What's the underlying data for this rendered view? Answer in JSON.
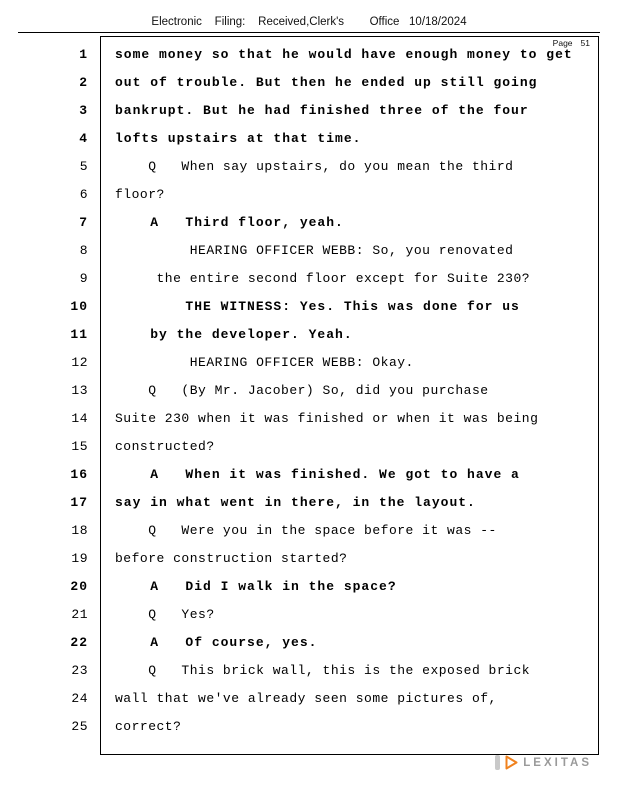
{
  "header": {
    "filing_text": "Electronic    Filing:    Received,Clerk's        Office   10/18/2024",
    "page_label": "Page",
    "page_number": "51"
  },
  "transcript": {
    "lines": [
      {
        "n": "1",
        "text": "some money so that he would have enough money to get",
        "bold": true
      },
      {
        "n": "2",
        "text": "out of trouble. But then he ended up still going",
        "bold": true
      },
      {
        "n": "3",
        "text": "bankrupt. But he had finished three of the four",
        "bold": true
      },
      {
        "n": "4",
        "text": "lofts upstairs at that time.",
        "bold": true
      },
      {
        "n": "5",
        "text": "    Q   When say upstairs, do you mean the third",
        "bold": false
      },
      {
        "n": "6",
        "text": "floor?",
        "bold": false
      },
      {
        "n": "7",
        "text": "    A   Third floor, yeah.",
        "bold": true
      },
      {
        "n": "8",
        "text": "         HEARING OFFICER WEBB: So, you renovated",
        "bold": false
      },
      {
        "n": "9",
        "text": "     the entire second floor except for Suite 230?",
        "bold": false
      },
      {
        "n": "10",
        "text": "        THE WITNESS: Yes. This was done for us",
        "bold": true
      },
      {
        "n": "11",
        "text": "    by the developer. Yeah.",
        "bold": true
      },
      {
        "n": "12",
        "text": "         HEARING OFFICER WEBB: Okay.",
        "bold": false
      },
      {
        "n": "13",
        "text": "    Q   (By Mr. Jacober) So, did you purchase",
        "bold": false
      },
      {
        "n": "14",
        "text": "Suite 230 when it was finished or when it was being",
        "bold": false
      },
      {
        "n": "15",
        "text": "constructed?",
        "bold": false
      },
      {
        "n": "16",
        "text": "    A   When it was finished. We got to have a",
        "bold": true
      },
      {
        "n": "17",
        "text": "say in what went in there, in the layout.",
        "bold": true
      },
      {
        "n": "18",
        "text": "    Q   Were you in the space before it was --",
        "bold": false
      },
      {
        "n": "19",
        "text": "before construction started?",
        "bold": false
      },
      {
        "n": "20",
        "text": "    A   Did I walk in the space?",
        "bold": true
      },
      {
        "n": "21",
        "text": "    Q   Yes?",
        "bold": false
      },
      {
        "n": "22",
        "text": "    A   Of course, yes.",
        "bold": true
      },
      {
        "n": "23",
        "text": "    Q   This brick wall, this is the exposed brick",
        "bold": false
      },
      {
        "n": "24",
        "text": "wall that we've already seen some pictures of,",
        "bold": false
      },
      {
        "n": "25",
        "text": "correct?",
        "bold": false
      }
    ]
  },
  "footer": {
    "brand": "LEXITAS",
    "accent_color": "#f0821e"
  }
}
